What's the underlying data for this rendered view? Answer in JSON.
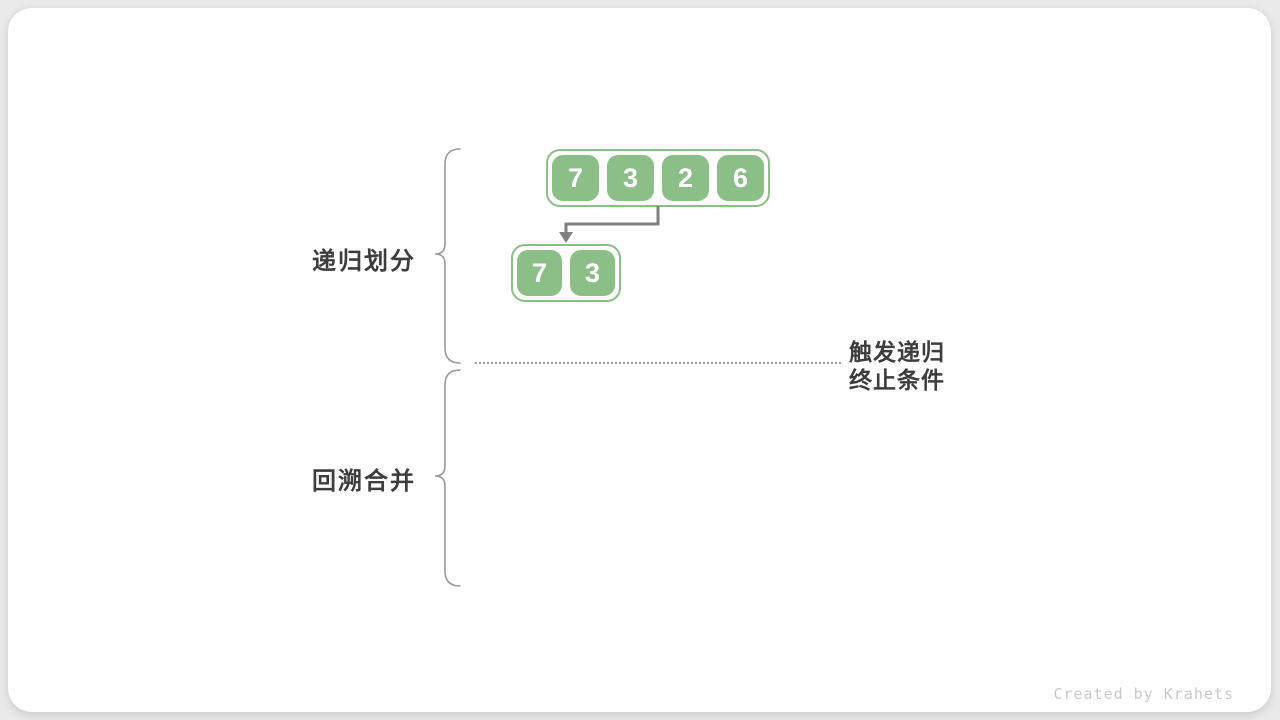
{
  "colors": {
    "page_bg": "#eaeaea",
    "card_bg": "#ffffff",
    "green": "#8cbe88",
    "arrow_gray": "#808080",
    "brace_gray": "#9a9a9a",
    "dot_gray": "#9b9b9b",
    "label_text": "#3d3d3d",
    "watermark_text": "#c9c9c9"
  },
  "labels": {
    "divide": "递归划分",
    "merge": "回溯合并"
  },
  "annotation": {
    "line1": "触发递归",
    "line2": "终止条件"
  },
  "arrays": {
    "level1": [
      "7",
      "3",
      "2",
      "6"
    ],
    "level2": [
      "7",
      "3"
    ]
  },
  "watermark": "Created by Krahets"
}
